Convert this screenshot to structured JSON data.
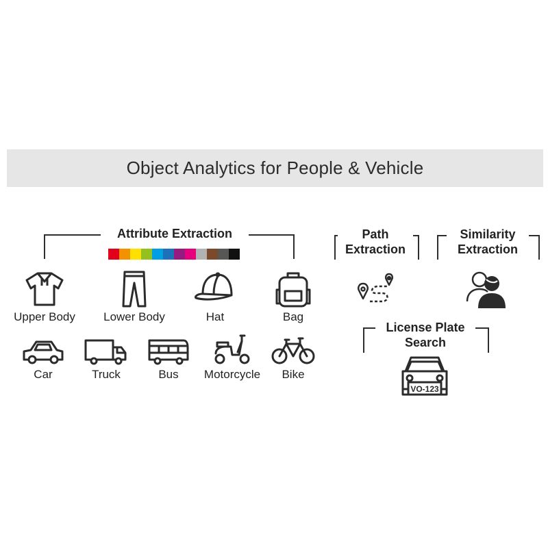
{
  "title": "Object Analytics for People & Vehicle",
  "sections": {
    "attribute": {
      "label": "Attribute Extraction",
      "colors": [
        "#e2001a",
        "#f39200",
        "#ffe000",
        "#95c11f",
        "#009fe3",
        "#1d71b8",
        "#951b81",
        "#e6007e",
        "#b2b2b2",
        "#7a4a2a",
        "#575756",
        "#111111"
      ]
    },
    "path": {
      "label_line1": "Path",
      "label_line2": "Extraction"
    },
    "similarity": {
      "label_line1": "Similarity",
      "label_line2": "Extraction"
    },
    "license": {
      "label_line1": "License Plate",
      "label_line2": "Search",
      "plate_text": "VO-123"
    }
  },
  "people_items": [
    {
      "label": "Upper Body",
      "icon": "shirt-icon"
    },
    {
      "label": "Lower Body",
      "icon": "pants-icon"
    },
    {
      "label": "Hat",
      "icon": "cap-icon"
    },
    {
      "label": "Bag",
      "icon": "backpack-icon"
    }
  ],
  "vehicle_items": [
    {
      "label": "Car",
      "icon": "car-icon"
    },
    {
      "label": "Truck",
      "icon": "truck-icon"
    },
    {
      "label": "Bus",
      "icon": "bus-icon"
    },
    {
      "label": "Motorcycle",
      "icon": "motorcycle-icon"
    },
    {
      "label": "Bike",
      "icon": "bicycle-icon"
    }
  ]
}
